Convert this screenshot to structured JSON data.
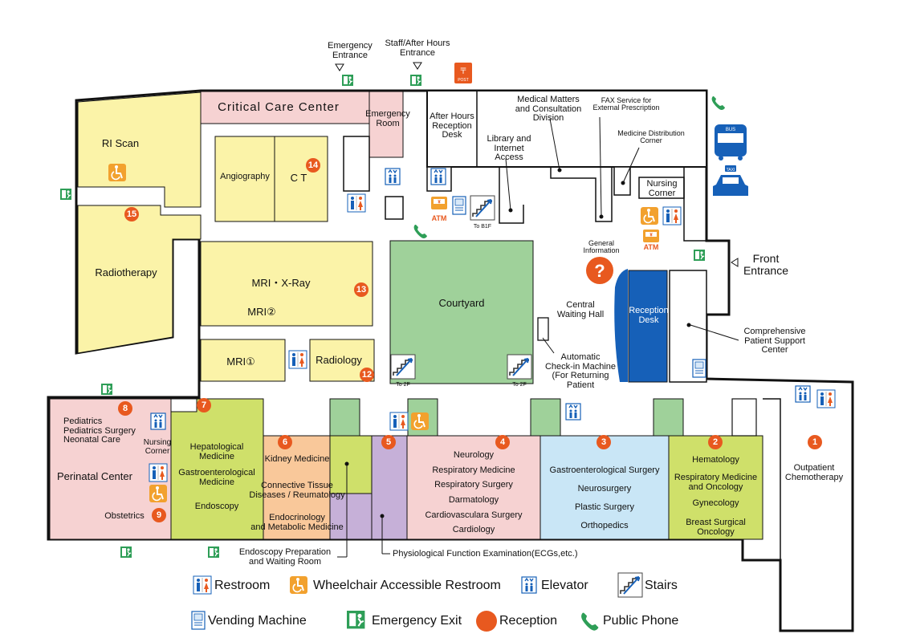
{
  "colors": {
    "yellow": "#fbf3a8",
    "pink": "#f6d2d2",
    "green": "#9fd19a",
    "lime": "#cfe06a",
    "orange": "#f9c89a",
    "purple": "#c6b0d8",
    "blue": "#c9e6f6",
    "reception_blue": "#1660b8",
    "badge_orange": "#e8591f",
    "exit_green": "#2e9e57"
  },
  "top": {
    "emergency_entrance": "Emergency\nEntrance",
    "staff_entrance": "Staff/After Hours\nEntrance",
    "post_icon": "post-box-icon"
  },
  "rooms": {
    "critical_care": "Critical Care Center",
    "emergency_room": "Emergency\nRoom",
    "ri_scan": "RI Scan",
    "angiography": "Angiography",
    "ct": "C T",
    "radiotherapy": "Radiotherapy",
    "mri_xray": "MRI・X-Ray",
    "mri2": "MRI②",
    "mri1": "MRI①",
    "radiology": "Radiology",
    "courtyard": "Courtyard",
    "after_hours": "After Hours\nReception\nDesk",
    "library": "Library and\nInternet\nAccess",
    "medical_matters": "Medical Matters\nand Consultation\nDivision",
    "fax": "FAX Service for\nExternal Prescription",
    "medicine_dist": "Medicine Distribution\nCorner",
    "nursing_corner_top": "Nursing\nCorner",
    "general_info": "General\nInformation",
    "front_entrance": "Front\nEntrance",
    "reception_desk": "Reception\nDesk",
    "central_waiting": "Central\nWaiting Hall",
    "checkin": "Automatic\nCheck-in Machine\n(For Returning\nPatient",
    "support_center": "Comprehensive\nPatient Support\nCenter",
    "atm": "ATM",
    "to_b1f": "To B1F",
    "to_2f": "To 2F"
  },
  "badges": [
    "1",
    "2",
    "3",
    "4",
    "5",
    "6",
    "7",
    "8",
    "9",
    "12",
    "13",
    "14",
    "15"
  ],
  "departments": {
    "perinatal": {
      "top_list": "Pediatrics\nPediatrics Surgery\nNeonatal Care",
      "center": "Perinatal Center",
      "obstetrics": "Obstetrics",
      "nursing": "Nursing\nCorner"
    },
    "d7": [
      "Hepatological\nMedicine",
      "Gastroenterological\nMedicine",
      "Endoscopy"
    ],
    "d6": [
      "Kidney Medicine",
      "Connective Tissue\nDiseases / Reumatology",
      "Endocrinology\nand Metabolic Medicine"
    ],
    "d4": [
      "Neurology",
      "Respiratory Medicine",
      "Respiratory Surgery",
      "Darmatology",
      "Cardiovasculara Surgery",
      "Cardiology"
    ],
    "d3": [
      "Gastroenterological Surgery",
      "Neurosurgery",
      "Plastic Surgery",
      "Orthopedics"
    ],
    "d2": [
      "Hematology",
      "Respiratory  Medicine\nand Oncology",
      "Gynecology",
      "Breast Surgical\nOncology"
    ],
    "d1": "Outpatient\nChemotherapy",
    "endoscopy_prep": "Endoscopy Preparation\nand Waiting Room",
    "physio": "Physiological Function Examination(ECGs,etc.)"
  },
  "legend": {
    "restroom": "Restroom",
    "wheelchair": "Wheelchair Accessible Restroom",
    "elevator": "Elevator",
    "stairs": "Stairs",
    "vending": "Vending Machine",
    "exit": "Emergency Exit",
    "reception": "Reception",
    "phone": "Public Phone"
  }
}
